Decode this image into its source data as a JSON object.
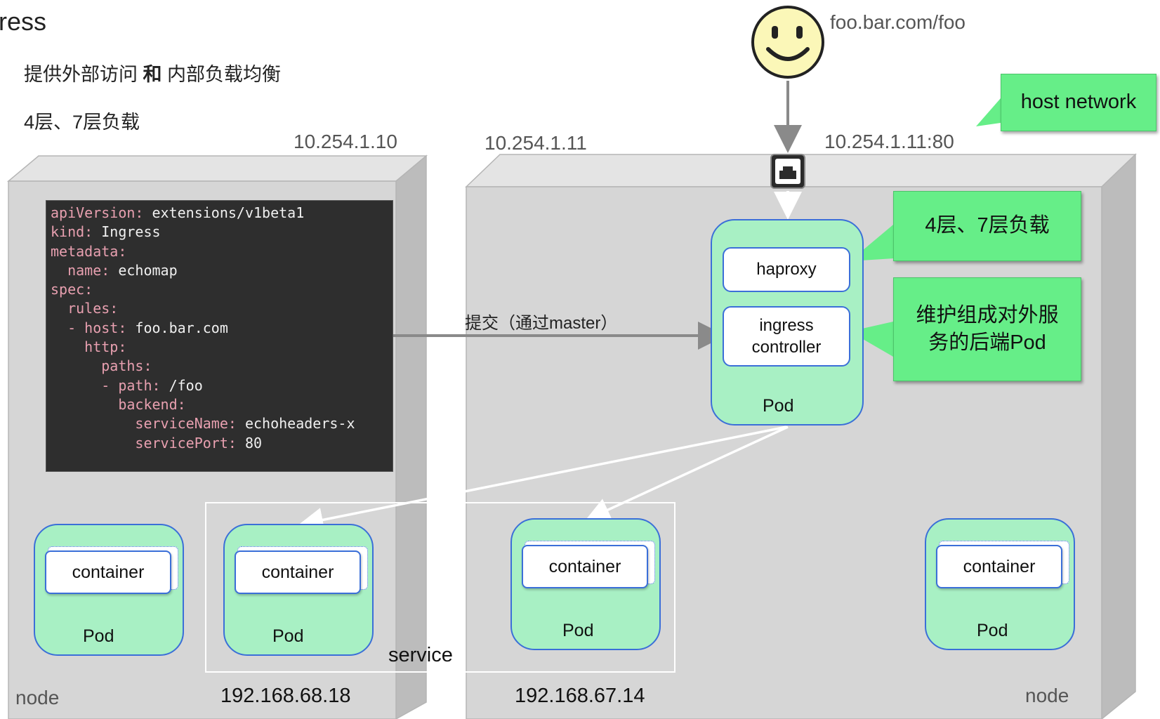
{
  "title": "ress",
  "subtitle": {
    "part1": "提供外部访问 ",
    "bold": "和",
    "part2": " 内部负载均衡"
  },
  "subtitle2": "4层、7层负载",
  "ips": {
    "node1_host": "10.254.1.10",
    "node2_host": "10.254.1.11",
    "host_port": "10.254.1.11:80"
  },
  "url": "foo.bar.com/foo",
  "callouts": {
    "host_network": "host network",
    "layer_load": "4层、7层负载",
    "maintain_line1": "维护组成对外服",
    "maintain_line2": "务的后端Pod"
  },
  "submit_label": "提交（通过master）",
  "ingress_pod": {
    "haproxy": "haproxy",
    "controller_line1": "ingress",
    "controller_line2": "controller",
    "pod_label": "Pod"
  },
  "code_lines": [
    {
      "k": "apiVersion:",
      "v": " extensions/v1beta1"
    },
    {
      "k": "kind:",
      "v": " Ingress"
    },
    {
      "k": "metadata:",
      "v": ""
    },
    {
      "k": "  name:",
      "v": " echomap"
    },
    {
      "k": "spec:",
      "v": ""
    },
    {
      "k": "  rules:",
      "v": ""
    },
    {
      "k": "  - host:",
      "v": " foo.bar.com"
    },
    {
      "k": "    http:",
      "v": ""
    },
    {
      "k": "      paths:",
      "v": ""
    },
    {
      "k": "      - path:",
      "v": " /foo"
    },
    {
      "k": "        backend:",
      "v": ""
    },
    {
      "k": "          serviceName:",
      "v": " echoheaders-x"
    },
    {
      "k": "          servicePort:",
      "v": " 80"
    }
  ],
  "pods": [
    {
      "container": "container",
      "label": "Pod"
    },
    {
      "container": "container",
      "label": "Pod"
    },
    {
      "container": "container",
      "label": "Pod"
    },
    {
      "container": "container",
      "label": "Pod"
    }
  ],
  "service_label": "service",
  "node_label_left": "node",
  "node_label_right": "node",
  "pod_ips": {
    "left": "192.168.68.18",
    "right": "192.168.67.14"
  },
  "colors": {
    "pod_fill": "#a8f0c4",
    "pod_border": "#3b6fd8",
    "callout": "#66ee88",
    "node_gray": "#d6d6d6"
  },
  "icons": [
    "smiley-face-icon",
    "network-port-icon"
  ]
}
